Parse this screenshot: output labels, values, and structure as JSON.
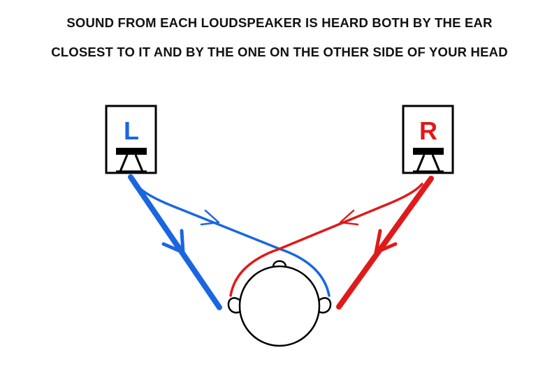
{
  "caption": {
    "line1": "SOUND FROM EACH LOUDSPEAKER IS HEARD BOTH BY THE EAR",
    "line2": "CLOSEST TO IT AND BY THE ONE ON THE OTHER SIDE OF YOUR HEAD"
  },
  "speakers": {
    "left": {
      "label": "L",
      "color": "#1a66e0"
    },
    "right": {
      "label": "R",
      "color": "#e01a1a"
    }
  },
  "colors": {
    "outline": "#000000",
    "background": "#ffffff"
  }
}
